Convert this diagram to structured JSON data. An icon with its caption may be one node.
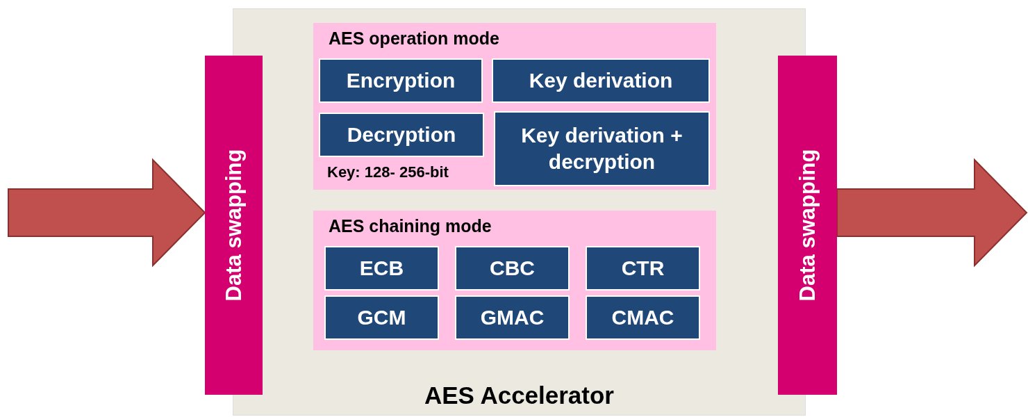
{
  "diagram": {
    "nodes": [
      {
        "text": [
          "Data swapping"
        ]
      },
      {
        "text": [
          "AES Accelerator"
        ]
      },
      {
        "text": [
          "AES operation mode"
        ],
        "in": 1
      },
      {
        "text": [
          "Encryption"
        ],
        "in": 2
      },
      {
        "text": [
          "Key derivation"
        ],
        "in": 2
      },
      {
        "text": [
          "Decryption"
        ],
        "in": 2
      },
      {
        "text": [
          "Key derivation + decryption"
        ],
        "in": 2
      },
      {
        "text": [
          "AES chaining mode"
        ],
        "in": 1
      },
      {
        "text": [
          "ECB"
        ],
        "in": 7
      },
      {
        "text": [
          "CBC"
        ],
        "in": 7
      },
      {
        "text": [
          "CTR"
        ],
        "in": 7
      },
      {
        "text": [
          "GCM"
        ],
        "in": 7
      },
      {
        "text": [
          "GMAC"
        ],
        "in": 7
      },
      {
        "text": [
          "CMAC"
        ],
        "in": 7
      },
      {
        "text": [
          "Data swapping"
        ]
      }
    ],
    "edges": [
      {
        "from": null,
        "to": 0,
        "arrow": "to"
      },
      {
        "from": 14,
        "to": null,
        "arrow": "to"
      }
    ],
    "labels": [
      "Key: 128- 256-bit"
    ]
  }
}
